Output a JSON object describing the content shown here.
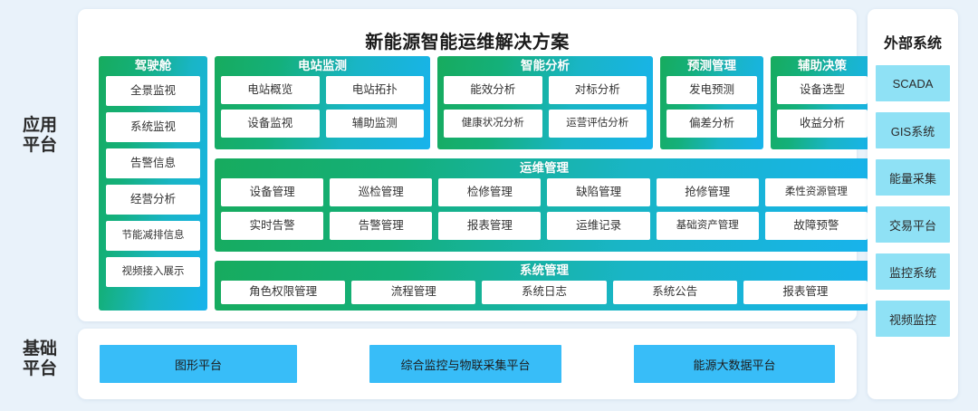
{
  "axis": {
    "application_platform": "应用\n平台",
    "application_platform_l1": "应用",
    "application_platform_l2": "平台",
    "base_platform_l1": "基础",
    "base_platform_l2": "平台"
  },
  "main": {
    "title": "新能源智能运维解决方案",
    "sections": [
      {
        "id": "cockpit",
        "title": "驾驶舱",
        "items": [
          "全景监视",
          "系统监视",
          "告警信息",
          "经营分析",
          "节能减排信息",
          "视频接入展示"
        ]
      },
      {
        "id": "station",
        "title": "电站监测",
        "items": [
          "电站概览",
          "电站拓扑",
          "设备监视",
          "辅助监测"
        ]
      },
      {
        "id": "analysis",
        "title": "智能分析",
        "items": [
          "能效分析",
          "对标分析",
          "健康状况分析",
          "运营评估分析"
        ]
      },
      {
        "id": "forecast",
        "title": "预测管理",
        "items": [
          "发电预测",
          "偏差分析"
        ]
      },
      {
        "id": "decision",
        "title": "辅助决策",
        "items": [
          "设备选型",
          "收益分析"
        ]
      },
      {
        "id": "om",
        "title": "运维管理",
        "items": [
          "设备管理",
          "巡检管理",
          "检修管理",
          "缺陷管理",
          "抢修管理",
          "柔性资源管理",
          "实时告警",
          "告警管理",
          "报表管理",
          "运维记录",
          "基础资产管理",
          "故障预警"
        ]
      },
      {
        "id": "sys",
        "title": "系统管理",
        "items": [
          "角色权限管理",
          "流程管理",
          "系统日志",
          "系统公告",
          "报表管理"
        ]
      }
    ]
  },
  "base": {
    "items": [
      "图形平台",
      "综合监控与物联采集平台",
      "能源大数据平台"
    ]
  },
  "external": {
    "title": "外部系统",
    "items": [
      "SCADA",
      "GIS系统",
      "能量采集",
      "交易平台",
      "监控系统",
      "视频监控"
    ]
  },
  "colors": {
    "page_background": "#e9f2fa",
    "gradient_start": "#17ab5e",
    "gradient_end": "#18b3ec",
    "base_box": "#38bdf8",
    "external_box": "#8fe1f5",
    "panel": "#ffffff",
    "text_dark": "#333333"
  }
}
